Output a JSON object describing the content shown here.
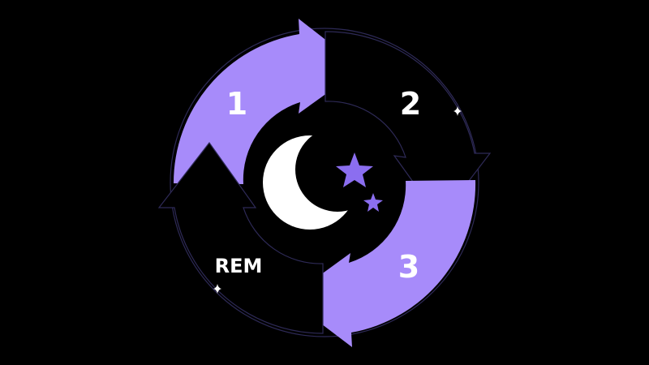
{
  "diagram": {
    "labels": {
      "stage_1": "1",
      "stage_2": "2",
      "stage_3": "3",
      "rem": "REM"
    },
    "colors": {
      "background": "#000000",
      "purple_arrow": "#A78BFA",
      "dark_arrow": "#000000",
      "outline": "#2E2A57",
      "moon": "#FFFFFF",
      "stars": "#8B6EF0",
      "sparkle": "#FFFFFF"
    },
    "icons": [
      "moon-icon",
      "star-icon",
      "sparkle-icon"
    ]
  }
}
